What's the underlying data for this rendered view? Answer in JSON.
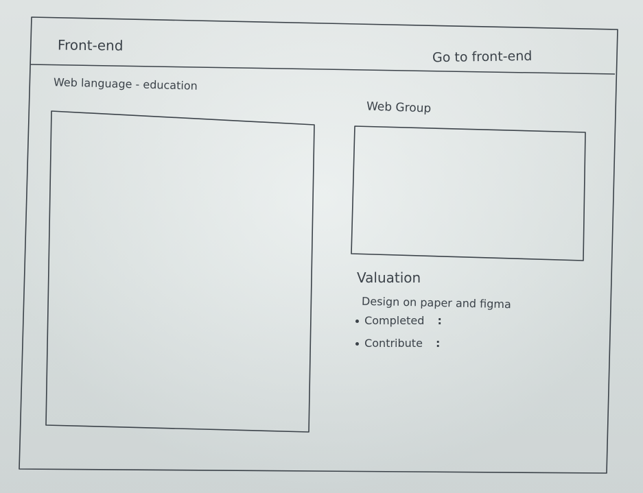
{
  "header": {
    "logo_text": "Front-end",
    "nav_link": "Go to front-end"
  },
  "left_panel": {
    "title": "Web language - education"
  },
  "right_panel": {
    "title": "Web Group",
    "valuation": {
      "heading": "Valuation",
      "description": "Design on paper and figma",
      "items": [
        {
          "label": "Completed",
          "separator": ":"
        },
        {
          "label": "Contribute",
          "separator": ":"
        }
      ]
    }
  },
  "colors": {
    "ink": "#3b4249",
    "paper": "#e3e9e8"
  }
}
